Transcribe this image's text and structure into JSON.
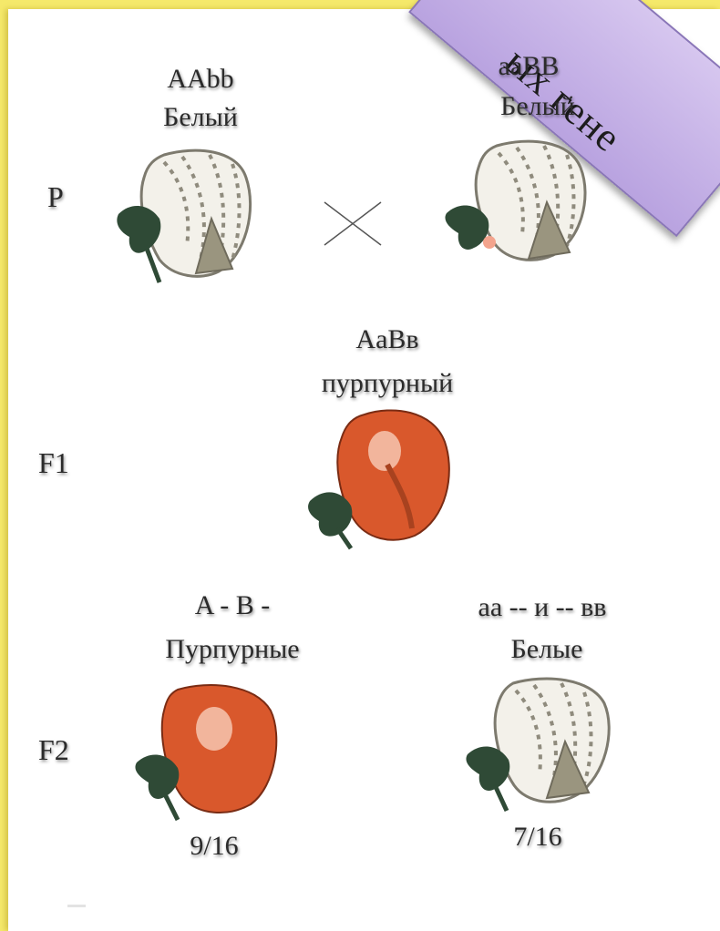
{
  "banner": {
    "text": "ых гене"
  },
  "generations": {
    "p": "P",
    "f1": "F1",
    "f2": "F2"
  },
  "parent_left": {
    "genotype": "AAbb",
    "phenotype": "Белый"
  },
  "parent_right": {
    "genotype": "aaBB",
    "phenotype": "Белый"
  },
  "f1": {
    "genotype": "AaBв",
    "phenotype": "пурпурный"
  },
  "f2_left": {
    "genotype": "A - B -",
    "phenotype": "Пурпурные",
    "ratio": "9/16"
  },
  "f2_right": {
    "genotype": "aa -- и -- вв",
    "phenotype": "Белые",
    "ratio": "7/16"
  },
  "colors": {
    "background": "#f5e96a",
    "banner": "#c9b6ea",
    "white_fruit": "#f3f1ea",
    "purple_fruit": "#d9582c",
    "leaf": "#2f4a36"
  }
}
